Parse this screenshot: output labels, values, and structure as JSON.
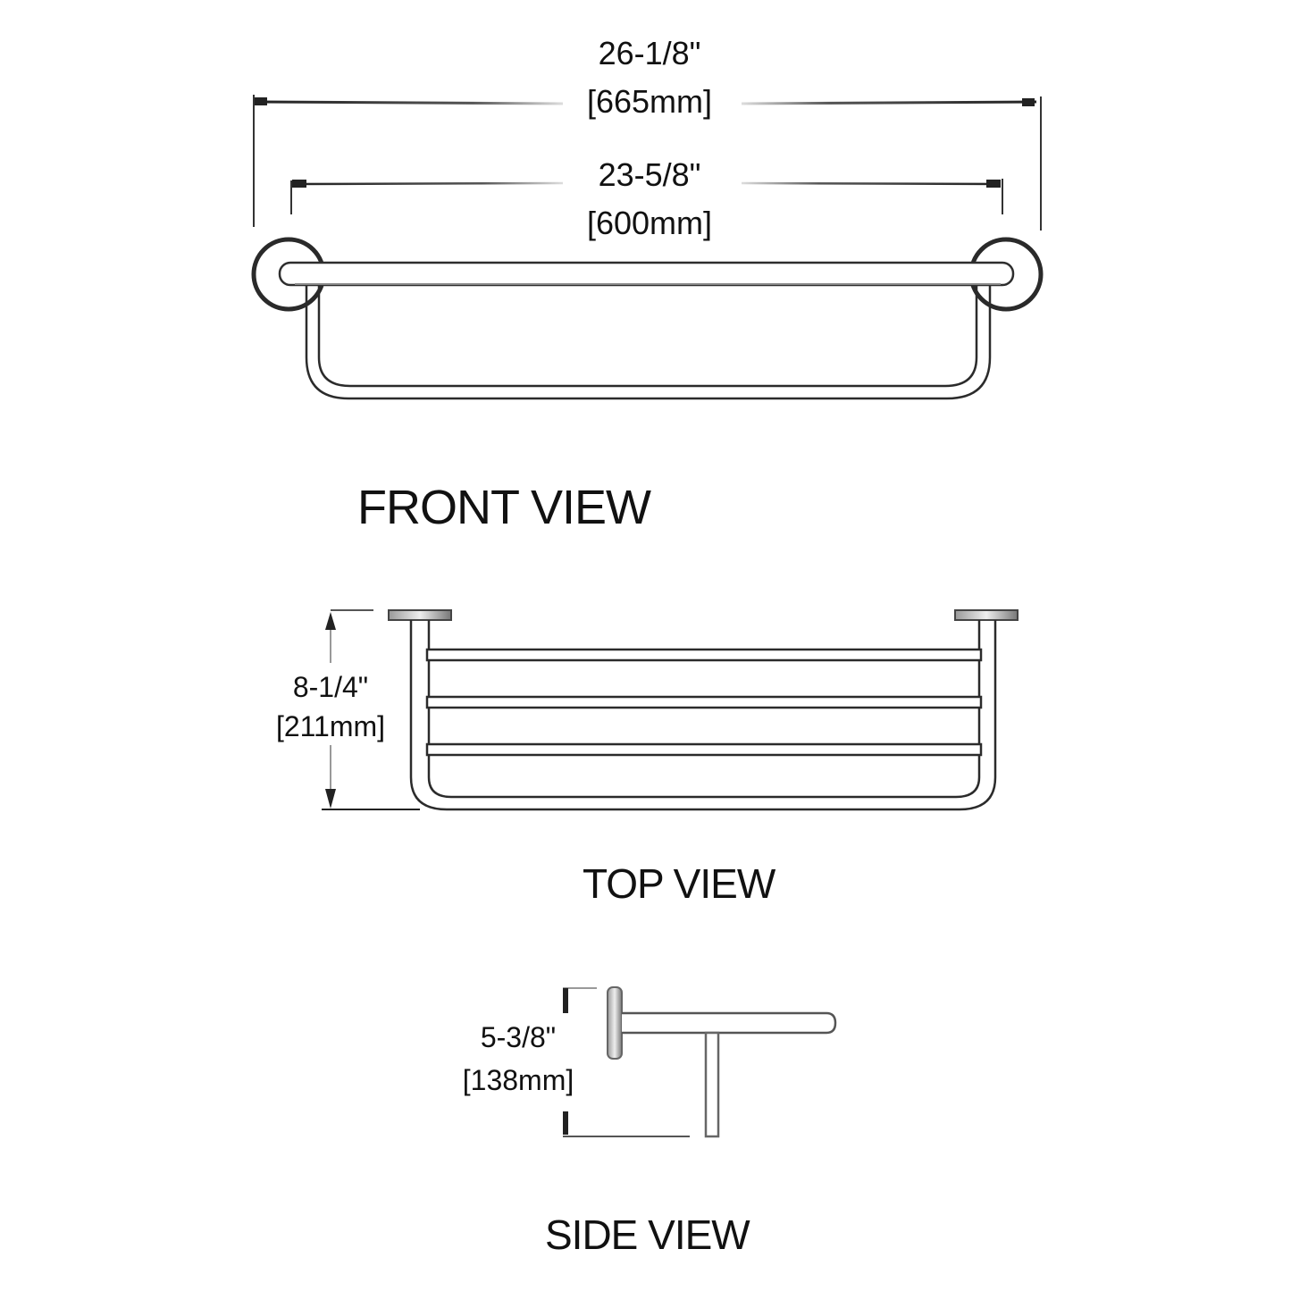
{
  "diagram": {
    "front_view": {
      "label": "FRONT VIEW",
      "overall_width": {
        "imperial": "26-1/8\"",
        "metric": "[665mm]"
      },
      "bar_width": {
        "imperial": "23-5/8\"",
        "metric": "[600mm]"
      }
    },
    "top_view": {
      "label": "TOP VIEW",
      "depth": {
        "imperial": "8-1/4\"",
        "metric": "[211mm]"
      }
    },
    "side_view": {
      "label": "SIDE VIEW",
      "height": {
        "imperial": "5-3/8\"",
        "metric": "[138mm]"
      }
    },
    "colors": {
      "line": "#2b2b2b",
      "text": "#111111",
      "background": "#ffffff"
    }
  }
}
